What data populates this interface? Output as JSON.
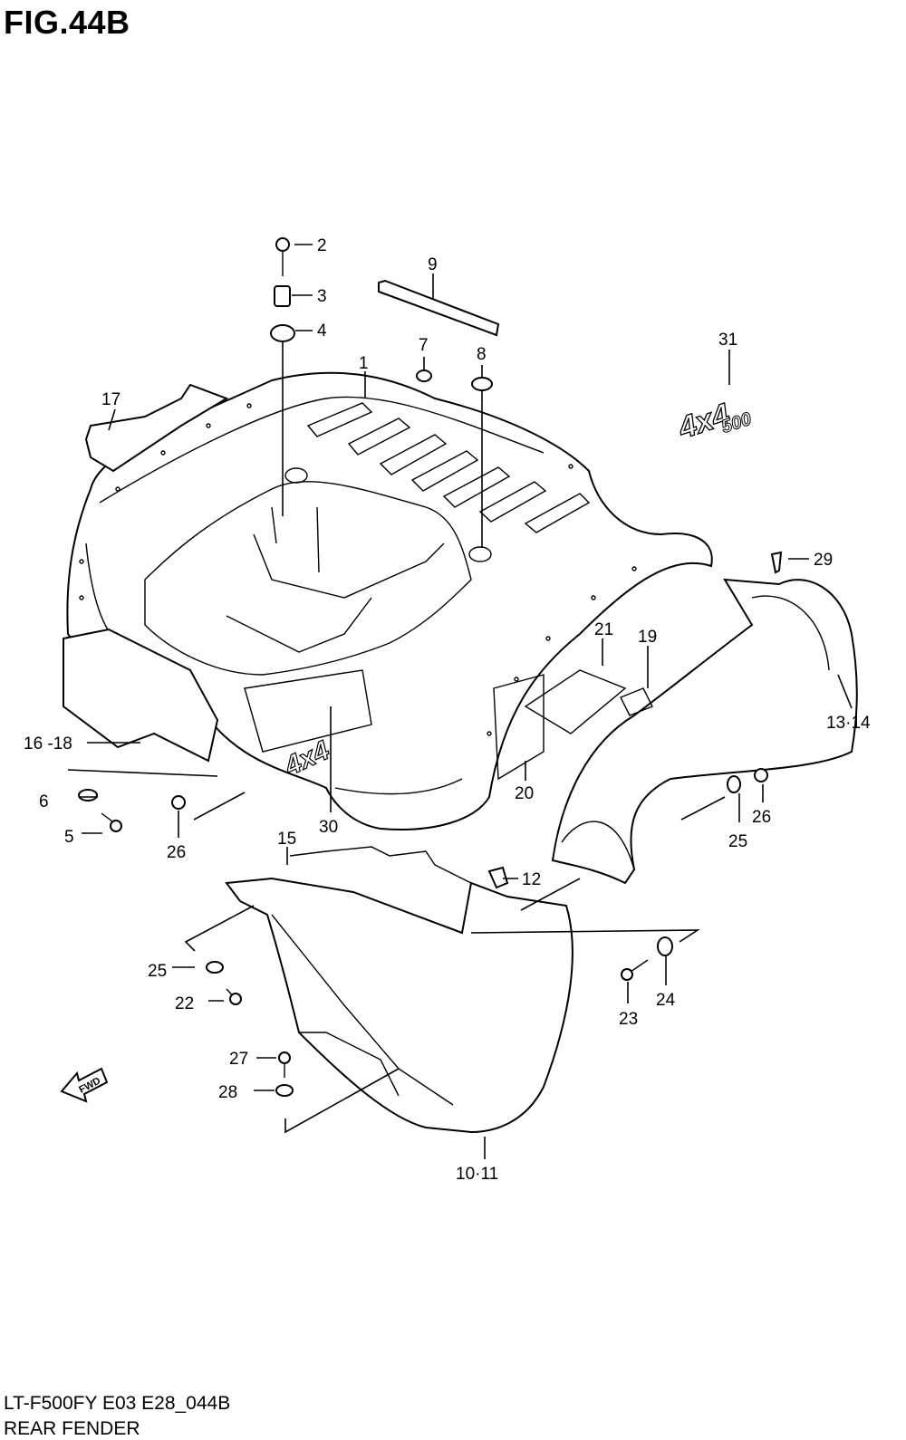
{
  "figure": {
    "title": "FIG.44B",
    "code": "LT-F500FY E03 E28_044B",
    "name": "REAR FENDER"
  },
  "labels": {
    "p1": "1",
    "p2": "2",
    "p3": "3",
    "p4": "4",
    "p5": "5",
    "p6": "6",
    "p7": "7",
    "p8": "8",
    "p9": "9",
    "p10_11": "10·11",
    "p12": "12",
    "p13_14": "13·14",
    "p15": "15",
    "p16_18": "16 -18",
    "p17": "17",
    "p19": "19",
    "p20": "20",
    "p21": "21",
    "p22": "22",
    "p23": "23",
    "p24": "24",
    "p25a": "25",
    "p25b": "25",
    "p26a": "26",
    "p26b": "26",
    "p27": "27",
    "p28": "28",
    "p29": "29",
    "p30": "30",
    "p31": "31"
  },
  "decals": {
    "fender_mark": "4x4",
    "decal_top": "4x4",
    "decal_bottom": "500"
  },
  "fwd_label": "FWD"
}
